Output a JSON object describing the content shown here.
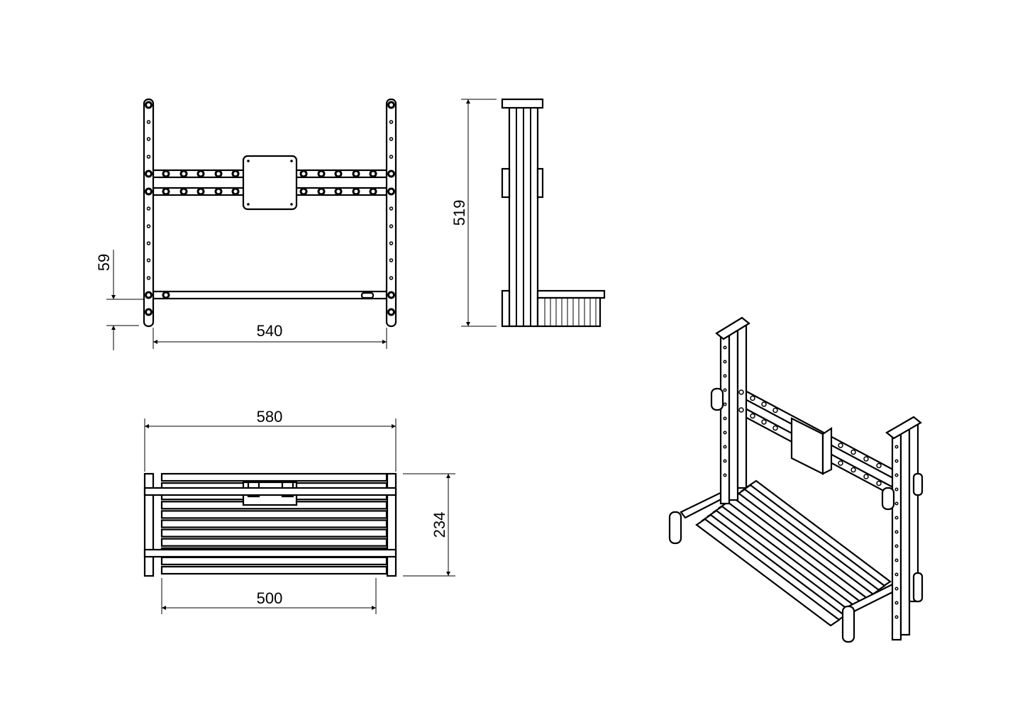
{
  "drawing": {
    "units": "mm",
    "colors": {
      "line": "#000000",
      "background": "#ffffff"
    },
    "front_view": {
      "width_dim": "540",
      "offset_dim": "59"
    },
    "side_view": {
      "height_dim": "519"
    },
    "top_view": {
      "overall_width_dim": "580",
      "inner_width_dim": "500",
      "depth_dim": "234"
    }
  }
}
